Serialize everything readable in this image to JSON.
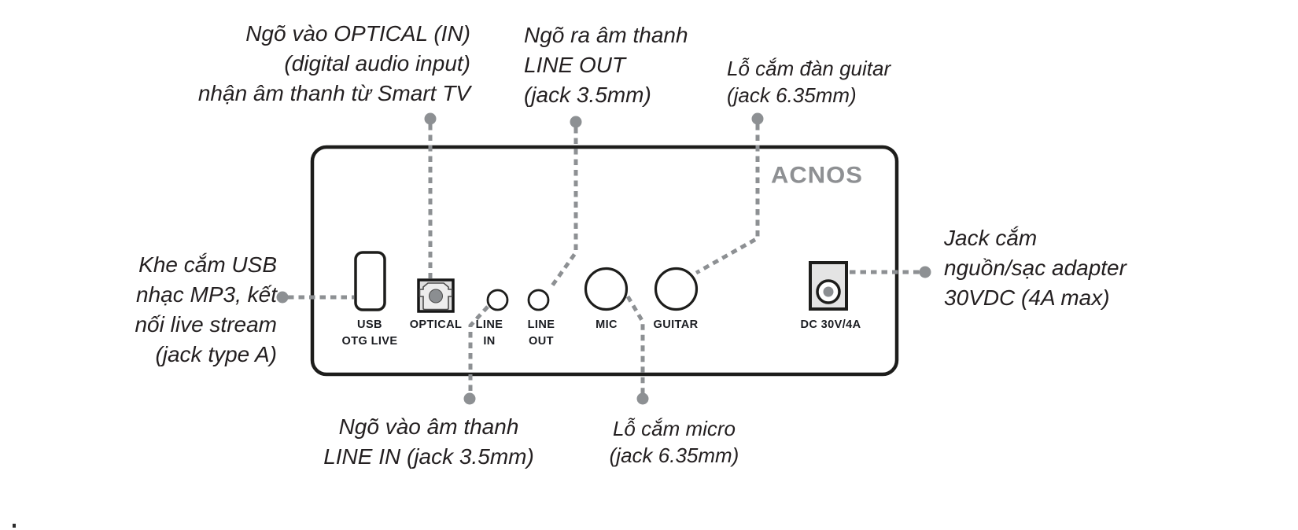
{
  "brand": {
    "logo_text": "ACNOS"
  },
  "panel_ports": [
    {
      "id": "usb",
      "label_lines": [
        "USB",
        "OTG LIVE"
      ]
    },
    {
      "id": "optical",
      "label_lines": [
        "OPTICAL"
      ]
    },
    {
      "id": "line_in",
      "label_lines": [
        "LINE",
        "IN"
      ]
    },
    {
      "id": "line_out",
      "label_lines": [
        "LINE",
        "OUT"
      ]
    },
    {
      "id": "mic",
      "label_lines": [
        "MIC"
      ]
    },
    {
      "id": "guitar",
      "label_lines": [
        "GUITAR"
      ]
    },
    {
      "id": "dc",
      "label_lines": [
        "DC 30V/4A"
      ]
    }
  ],
  "annotations": {
    "optical_in": {
      "lines": [
        "Ngõ vào OPTICAL (IN)",
        "(digital audio input)",
        "nhận âm thanh từ Smart TV"
      ]
    },
    "line_out": {
      "lines": [
        "Ngõ ra âm thanh",
        "LINE OUT",
        "(jack 3.5mm)"
      ]
    },
    "guitar": {
      "lines": [
        "Lỗ cắm đàn guitar",
        "(jack 6.35mm)"
      ]
    },
    "usb": {
      "lines": [
        "Khe cắm USB",
        "nhạc MP3, kết",
        "nối live stream",
        "(jack type A)"
      ]
    },
    "dc": {
      "lines": [
        "Jack cắm",
        "nguồn/sạc adapter",
        "30VDC (4A max)"
      ]
    },
    "line_in": {
      "lines": [
        "Ngõ vào âm thanh",
        "LINE IN (jack 3.5mm)"
      ]
    },
    "mic": {
      "lines": [
        "Lỗ cắm micro",
        "(jack 6.35mm)"
      ]
    }
  },
  "colors": {
    "annotation_text": "#231f20",
    "panel_border": "#1d1d1b",
    "connector_gray": "#8d9093",
    "logo_gray": "#8e9093",
    "port_label_text": "#1b1d22"
  }
}
